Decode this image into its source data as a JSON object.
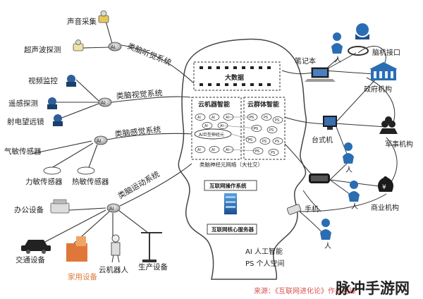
{
  "title_text": "",
  "left_inputs": {
    "sound_collect": "声音采集",
    "ultrasonic": "超声波探测",
    "video_monitor": "视频监控",
    "remote_sensing": "遥感探测",
    "radio_telescope": "射电望远镜",
    "gas_sensor": "气敏传感器",
    "force_sensor": "力敏传感器",
    "heat_sensor": "热敏传感器",
    "office_equipment": "办公设备",
    "vehicle": "交通设备",
    "home_equipment": "家用设备",
    "cloud_robot": "云机器人",
    "production_equipment": "生产设备"
  },
  "systems": {
    "hearing": "类脑听觉系统",
    "vision": "类脑视觉系统",
    "sensation": "类脑感觉系统",
    "motor": "类脑运动系统"
  },
  "ai_node": "AI",
  "brain": {
    "big_data": "大数据",
    "cloud_machine": "云机器智能",
    "cloud_group": "云群体智能",
    "ai_giant": "AI巨型神经元",
    "neural_network": "类脑神经元网络（大社交）",
    "os": "互联网操作系统",
    "core_server": "互联网核心服务器",
    "ps": "PS",
    "ai": "AI"
  },
  "legend": {
    "ai_line": "AI 人工智能",
    "ps_line": "PS 个人空间"
  },
  "right_nodes": {
    "notebook": "笔记本",
    "person": "人",
    "brain_interface": "脑机接口",
    "government": "政府机构",
    "military": "军事机构",
    "desktop": "台式机",
    "commerce": "商业机构",
    "phone": "手机"
  },
  "source_line": "来源：《互联网进化论》作者刘锋",
  "watermark": "脉冲手游网",
  "colors": {
    "line": "#333333",
    "person_blue": "#2a6db3",
    "ai_ellipse": "#555555",
    "source_red": "#d9534f",
    "watermark": "#222222"
  }
}
